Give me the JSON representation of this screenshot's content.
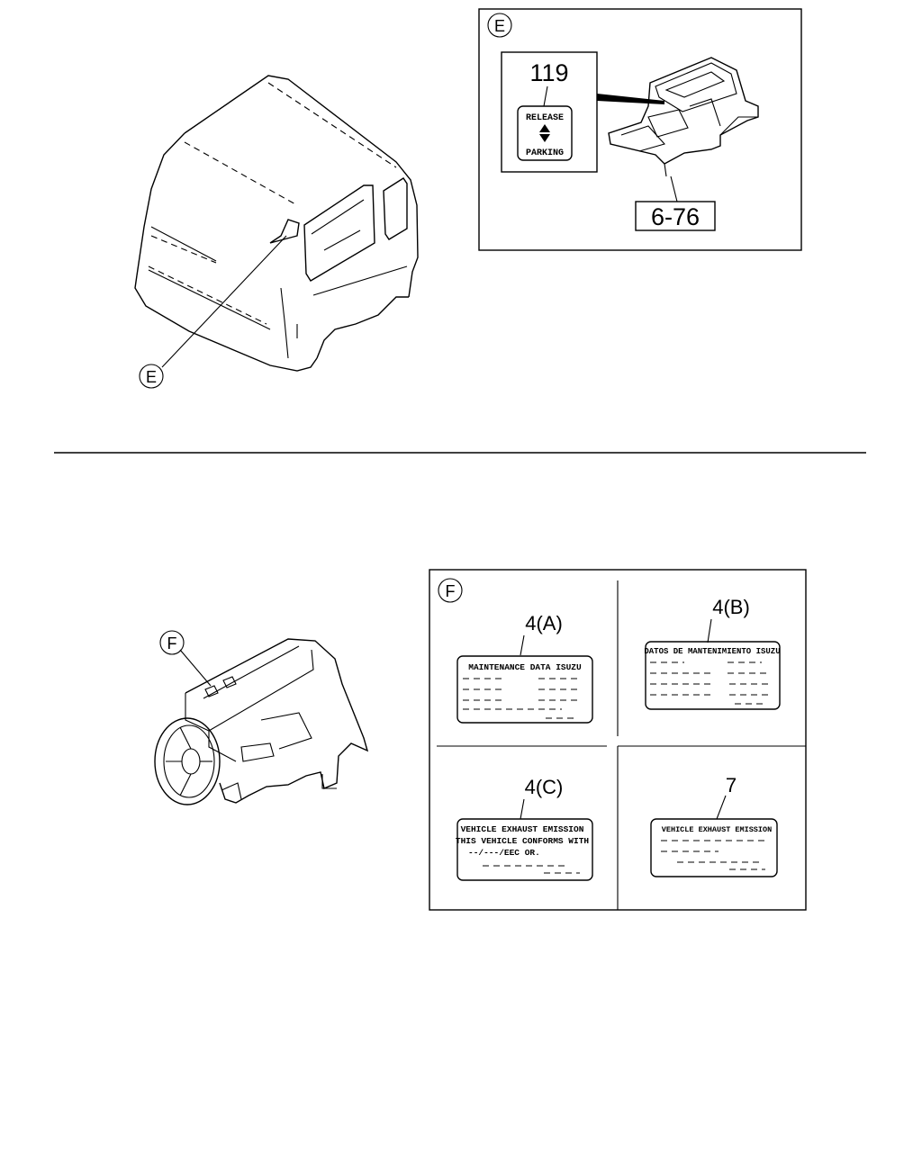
{
  "callouts": {
    "e_letter": "E",
    "f_letter": "F"
  },
  "detail_e": {
    "part_119": "119",
    "label_release": "RELEASE",
    "label_parking": "PARKING",
    "ref_6_76": "6-76"
  },
  "detail_f": {
    "part_4a": "4(A)",
    "label_4a_title": "MAINTENANCE DATA ISUZU",
    "part_4b": "4(B)",
    "label_4b_title": "DATOS DE MANTENIMIENTO ISUZU",
    "part_4c": "4(C)",
    "label_4c_line1": "VEHICLE EXHAUST EMISSION",
    "label_4c_line2": "THIS VEHICLE CONFORMS WITH",
    "label_4c_line3": "--/---/EEC OR.",
    "part_7": "7",
    "label_7_title": "VEHICLE EXHAUST EMISSION"
  }
}
